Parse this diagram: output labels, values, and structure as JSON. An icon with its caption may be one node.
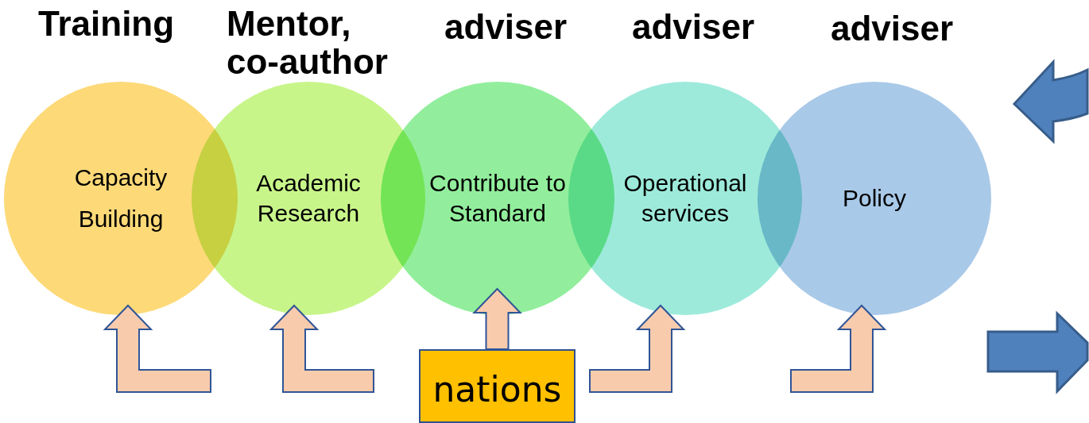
{
  "diagram": {
    "nodes": [
      {
        "text": [
          "Training",
          "Capacity Building"
        ]
      },
      {
        "text": [
          "Mentor, co-author",
          "Academic Research"
        ]
      },
      {
        "text": [
          "adviser",
          "Contribute to Standard"
        ]
      },
      {
        "text": [
          "adviser",
          "Operational services"
        ]
      },
      {
        "text": [
          "adviser",
          "Policy"
        ]
      },
      {
        "text": [
          "nations"
        ]
      }
    ],
    "edges": [
      {
        "from": null,
        "to": 0,
        "arrow": "to"
      },
      {
        "from": null,
        "to": 1,
        "arrow": "to"
      },
      {
        "from": 5,
        "to": 2,
        "arrow": "to"
      },
      {
        "from": null,
        "to": 3,
        "arrow": "to"
      },
      {
        "from": null,
        "to": 4,
        "arrow": "to"
      }
    ]
  }
}
